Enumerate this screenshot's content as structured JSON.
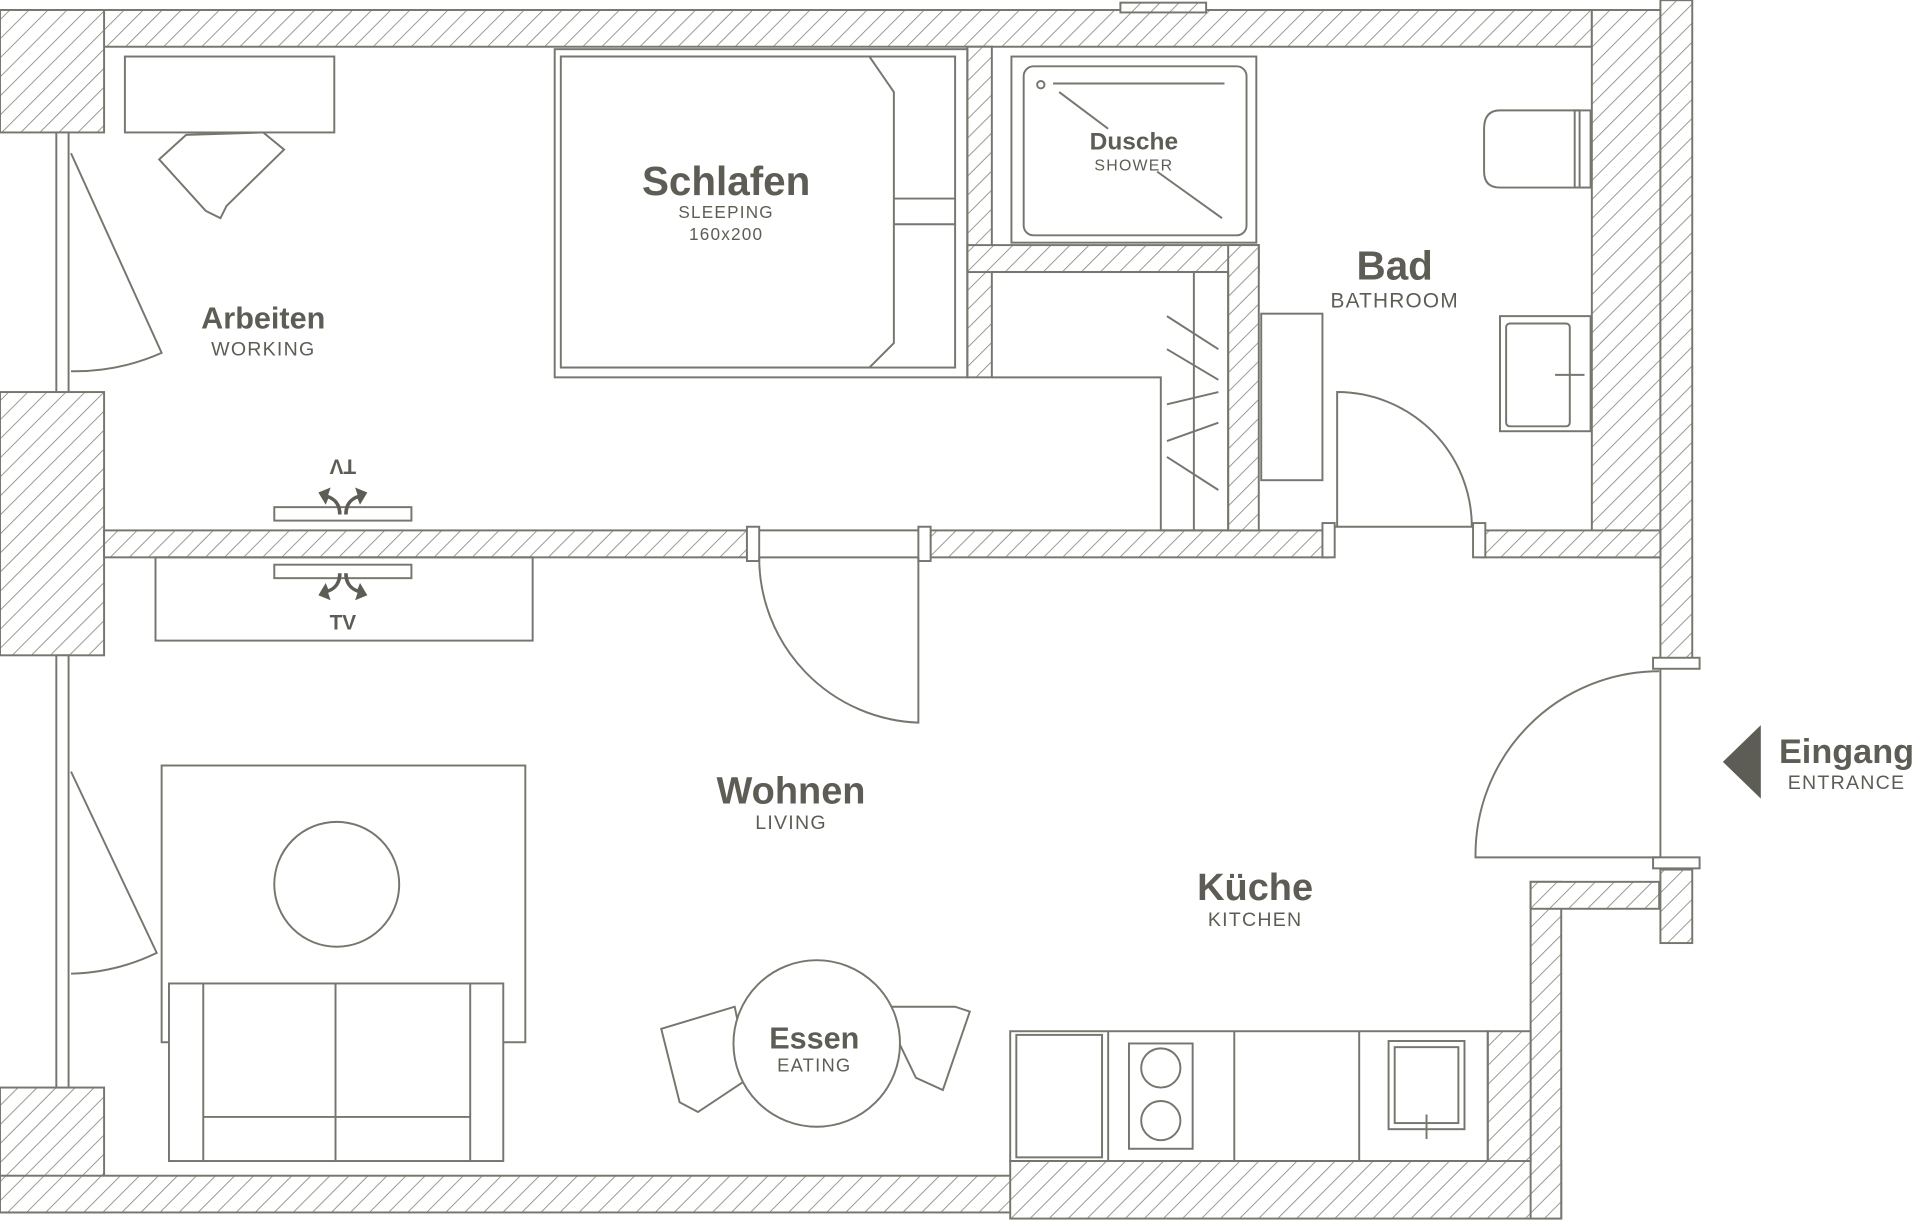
{
  "rooms": {
    "working": {
      "de": "Arbeiten",
      "en": "WORKING"
    },
    "sleeping": {
      "de": "Schlafen",
      "en": "SLEEPING",
      "size": "160x200"
    },
    "shower": {
      "de": "Dusche",
      "en": "SHOWER"
    },
    "bathroom": {
      "de": "Bad",
      "en": "BATHROOM"
    },
    "living": {
      "de": "Wohnen",
      "en": "LIVING"
    },
    "kitchen": {
      "de": "Küche",
      "en": "KITCHEN"
    },
    "eating": {
      "de": "Essen",
      "en": "EATING"
    },
    "entrance": {
      "de": "Eingang",
      "en": "ENTRANCE"
    }
  },
  "tv": {
    "top": "TV",
    "bottom": "TV"
  },
  "colors": {
    "line": "#77766e",
    "text": "#5e5d55"
  }
}
